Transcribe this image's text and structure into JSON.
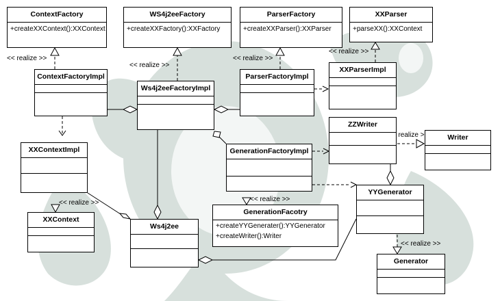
{
  "realize_label": "<< realize >>",
  "classes": {
    "context_factory": {
      "name": "ContextFactory",
      "ops": [
        "+createXXContext():XXContext"
      ]
    },
    "ws4j2ee_factory": {
      "name": "WS4j2eeFactory",
      "ops": [
        "+createXXFactory():XXFactory"
      ]
    },
    "parser_factory": {
      "name": "ParserFactory",
      "ops": [
        "+createXXParser():XXParser"
      ]
    },
    "xx_parser": {
      "name": "XXParser",
      "ops": [
        "+parseXX():XXContext"
      ]
    },
    "context_factory_impl": {
      "name": "ContextFactoryImpl"
    },
    "ws4j2ee_factory_impl": {
      "name": "Ws4j2eeFactoryImpl"
    },
    "parser_factory_impl": {
      "name": "ParserFactoryImpl"
    },
    "xx_parser_impl": {
      "name": "XXParserImpl"
    },
    "zz_writer": {
      "name": "ZZWriter"
    },
    "writer": {
      "name": "Writer"
    },
    "xx_context_impl": {
      "name": "XXContextImpl"
    },
    "generation_factory_impl": {
      "name": "GenerationFactoryImpl"
    },
    "yy_generator": {
      "name": "YYGenerator"
    },
    "xx_context": {
      "name": "XXContext"
    },
    "ws4j2ee": {
      "name": "Ws4j2ee"
    },
    "generation_facotry": {
      "name": "GenerationFacotry",
      "ops": [
        "+createYYGenerater():YYGenerator",
        "+createWriter():Writer"
      ]
    },
    "generator": {
      "name": "Generator"
    }
  }
}
